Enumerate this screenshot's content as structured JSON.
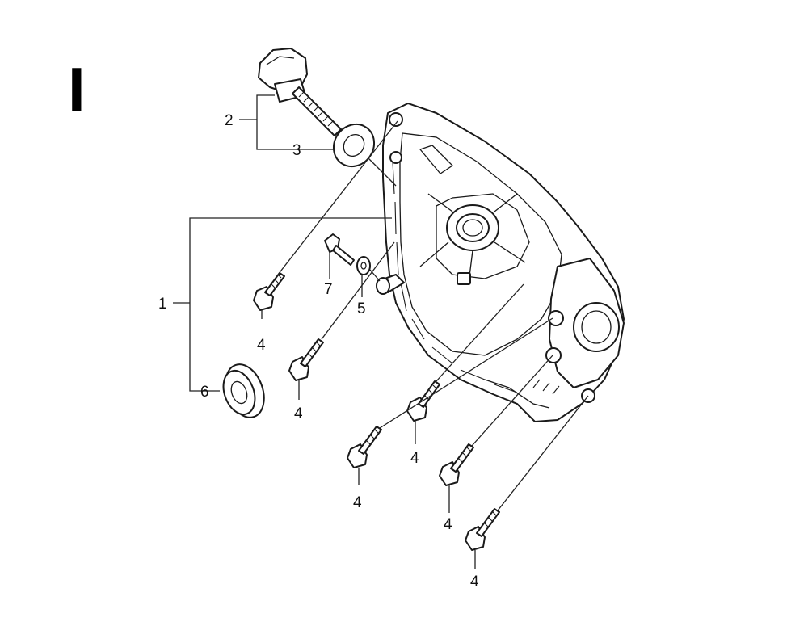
{
  "section_letter": "I",
  "callouts": {
    "c1": "1",
    "c2": "2",
    "c3": "3",
    "c4a": "4",
    "c4b": "4",
    "c4c": "4",
    "c4d": "4",
    "c4e": "4",
    "c4f": "4",
    "c5": "5",
    "c6": "6",
    "c7": "7"
  }
}
